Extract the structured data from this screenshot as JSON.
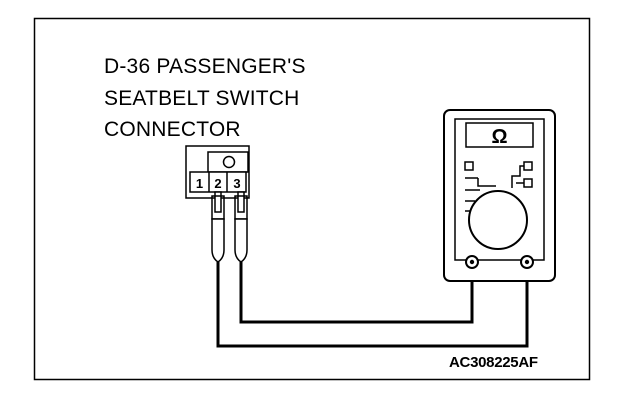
{
  "connector": {
    "title_lines": [
      "D-36 PASSENGER'S",
      "SEATBELT SWITCH",
      "CONNECTOR"
    ],
    "pins": [
      "1",
      "2",
      "3"
    ]
  },
  "meter": {
    "display_symbol": "Ω",
    "icon": "multimeter-icon"
  },
  "figure_code": "AC308225AF",
  "colors": {
    "line": "#000000",
    "background": "#ffffff"
  }
}
